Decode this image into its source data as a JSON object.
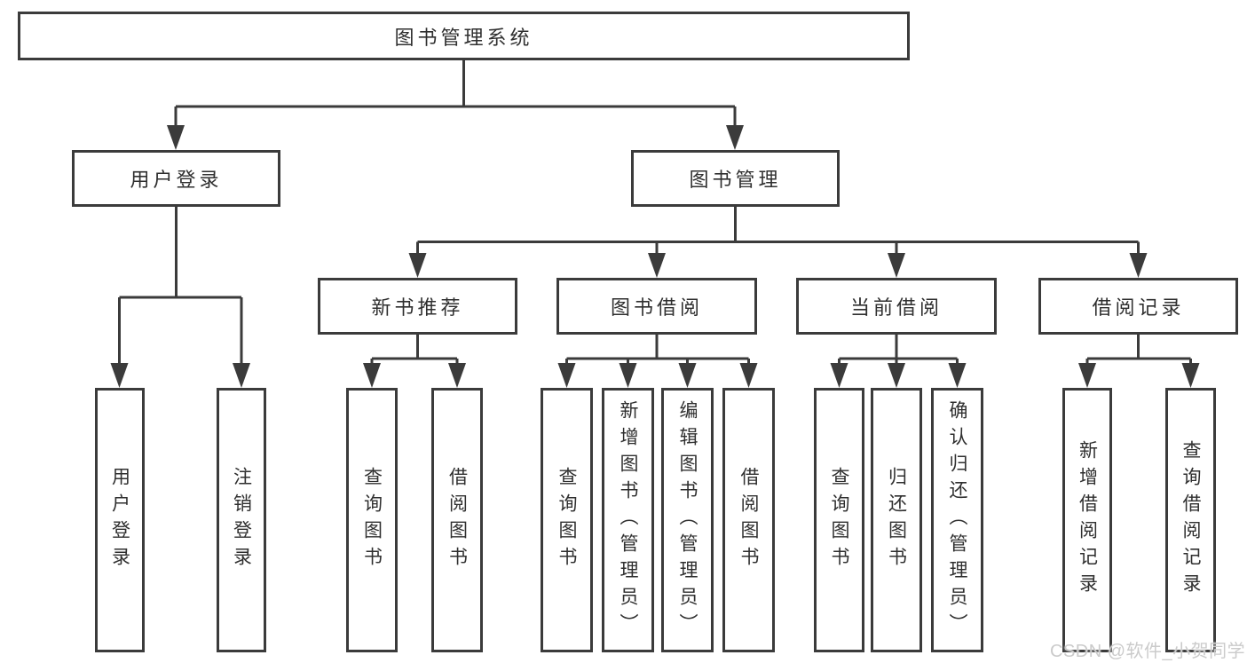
{
  "colors": {
    "line": "#3b3b3b",
    "box_border": "#3b3b3b",
    "box_fill": "#ffffff",
    "text": "#2f2f2f",
    "watermark": "#cbcbcb",
    "background": "#ffffff"
  },
  "watermark": {
    "text": "CSDN @软件_小贺同学"
  },
  "tree": {
    "root": {
      "label": "图书管理系统"
    },
    "level2": [
      {
        "label": "用户登录",
        "leaves": [
          {
            "label": "用户登录"
          },
          {
            "label": "注销登录"
          }
        ]
      },
      {
        "label": "图书管理",
        "groups": [
          {
            "label": "新书推荐",
            "leaves": [
              {
                "label": "查询图书"
              },
              {
                "label": "借阅图书"
              }
            ]
          },
          {
            "label": "图书借阅",
            "leaves": [
              {
                "label": "查询图书"
              },
              {
                "label": "新增图书（管理员）"
              },
              {
                "label": "编辑图书（管理员）"
              },
              {
                "label": "借阅图书"
              }
            ]
          },
          {
            "label": "当前借阅",
            "leaves": [
              {
                "label": "查询图书"
              },
              {
                "label": "归还图书"
              },
              {
                "label": "确认归还（管理员）"
              }
            ]
          },
          {
            "label": "借阅记录",
            "leaves": [
              {
                "label": "新增借阅记录"
              },
              {
                "label": "查询借阅记录"
              }
            ]
          }
        ]
      }
    ]
  }
}
